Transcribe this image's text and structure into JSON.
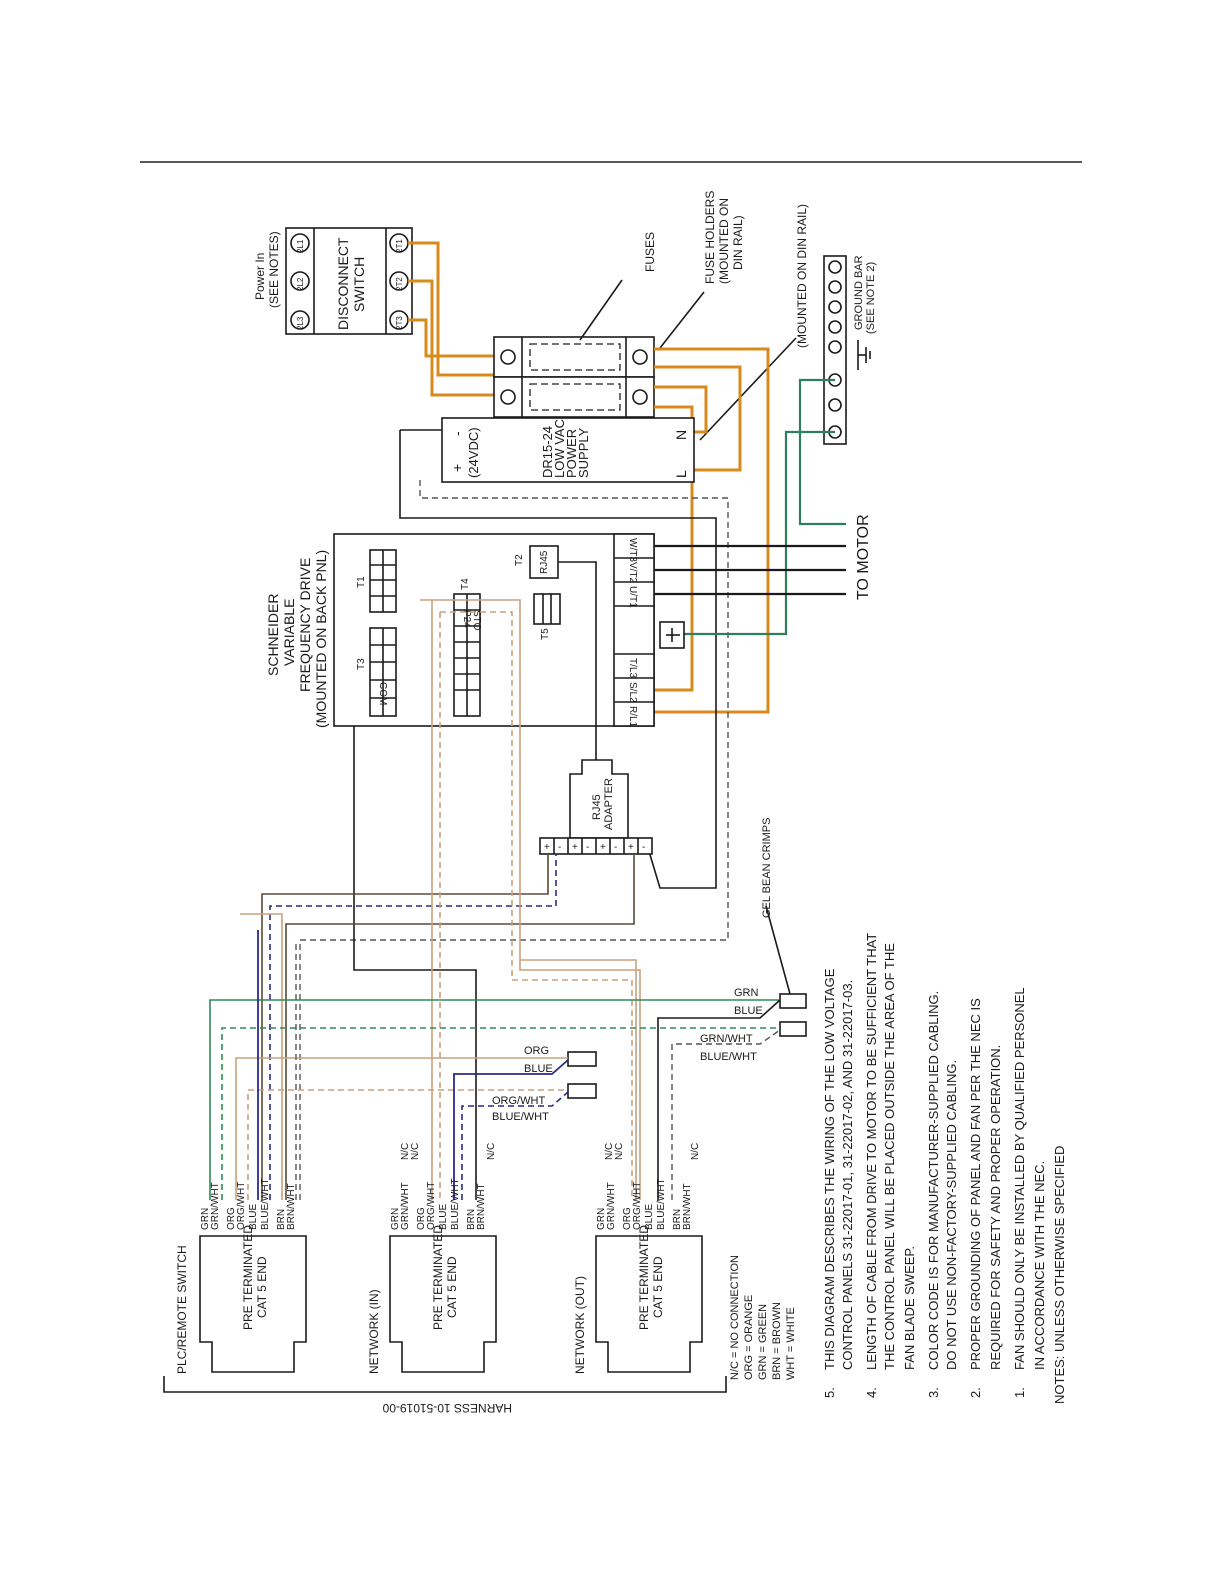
{
  "power": {
    "title_line1": "Power In",
    "title_line2": "(SEE NOTES)",
    "terminals_top": [
      "2L3",
      "2L2",
      "2L1"
    ],
    "label_line1": "DISCONNECT",
    "label_line2": "SWITCH",
    "terminals_bottom": [
      "2T3",
      "2T2",
      "2T1"
    ]
  },
  "fuses": {
    "label": "FUSES",
    "holders_line1": "FUSE HOLDERS",
    "holders_line2": "(MOUNTED ON",
    "holders_line3": "DIN RAIL)"
  },
  "din_rail_label": "(MOUNTED ON DIN RAIL)",
  "psu": {
    "plus": "+",
    "minus": "-",
    "voltage": "(24VDC)",
    "line1": "DR15-24",
    "line2": "LOW VAC",
    "line3": "POWER",
    "line4": "SUPPLY",
    "term_n": "N",
    "term_l": "L"
  },
  "ground_bar": {
    "line1": "GROUND BAR",
    "line2": "(SEE NOTE 2)"
  },
  "vfd": {
    "line1": "SCHNEIDER",
    "line2": "VARIABLE",
    "line3": "FREQUENCY DRIVE",
    "line4": "(MOUNTED ON BACK PNL)",
    "t1": "T1",
    "t2": "T2",
    "t3": "T3",
    "t4": "T4",
    "t5": "T5",
    "rj45": "RJ45",
    "p24": "P24",
    "sto": "STO",
    "com": "COM",
    "outputs": [
      "W/T3",
      "V/T2",
      "U/T1"
    ],
    "inputs": [
      "T/L3",
      "S/L2",
      "R/L1"
    ]
  },
  "to_motor": "TO MOTOR",
  "adapter": {
    "line1": "RJ45",
    "line2": "ADAPTER",
    "pins": [
      "+",
      "-",
      "+",
      "-",
      "+",
      "-",
      "+",
      "-"
    ]
  },
  "gel_bean": "GEL BEAN CRIMPS",
  "wire_labels": {
    "grn": "GRN",
    "blue": "BLUE",
    "grn_wht": "GRN/WHT",
    "blue_wht": "BLUE/WHT",
    "org": "ORG",
    "org_wht": "ORG/WHT"
  },
  "cables": [
    {
      "name": "PLC/REMOTE SWITCH",
      "end_line1": "PRE TERMINATED",
      "end_line2": "CAT 5 END",
      "wires": [
        "GRN",
        "GRN/WHT",
        "ORG",
        "ORG/WHT",
        "BLUE",
        "BLUE/WHT",
        "BRN",
        "BRN/WHT"
      ],
      "nc": []
    },
    {
      "name": "NETWORK (IN)",
      "end_line1": "PRE TERMINATED",
      "end_line2": "CAT 5 END",
      "wires": [
        "GRN",
        "GRN/WHT",
        "ORG",
        "ORG/WHT",
        "BLUE",
        "BLUE/WHT",
        "BRN",
        "BRN/WHT"
      ],
      "nc": [
        "N/C",
        "N/C",
        "N/C"
      ]
    },
    {
      "name": "NETWORK (OUT)",
      "end_line1": "PRE TERMINATED",
      "end_line2": "CAT 5 END",
      "wires": [
        "GRN",
        "GRN/WHT",
        "ORG",
        "ORG/WHT",
        "BLUE",
        "BLUE/WHT",
        "BRN",
        "BRN/WHT"
      ],
      "nc": [
        "N/C",
        "N/C",
        "N/C"
      ]
    }
  ],
  "harness": "HARNESS 10-51019-00",
  "legend": [
    "N/C = NO CONNECTION",
    "ORG = ORANGE",
    "GRN = GREEN",
    "BRN = BROWN",
    "WHT = WHITE"
  ],
  "notes": {
    "title": "NOTES: UNLESS OTHERWISE SPECIFIED",
    "items": [
      {
        "num": "1.",
        "lines": [
          "FAN SHOULD ONLY BE INSTALLED BY QUALIFIED PERSONEL",
          "IN ACCORDANCE WITH THE NEC."
        ]
      },
      {
        "num": "2.",
        "lines": [
          "PROPER GROUNDING OF PANEL AND FAN PER THE NEC IS",
          "REQUIRED FOR SAFETY AND PROPER OPERATION."
        ]
      },
      {
        "num": "3.",
        "lines": [
          "COLOR CODE IS FOR MANUFACTURER-SUPPLIED CABLING.",
          "DO NOT USE NON-FACTORY-SUPPLIED CABLING."
        ]
      },
      {
        "num": "4.",
        "lines": [
          "LENGTH OF CABLE FROM DRIVE TO MOTOR TO BE SUFFICIENT THAT",
          "THE CONTROL PANEL WILL BE PLACED OUTSIDE THE AREA OF THE",
          "FAN BLADE SWEEP."
        ]
      },
      {
        "num": "5.",
        "lines": [
          "THIS DIAGRAM DESCRIBES THE WIRING OF THE LOW VOLTAGE",
          "CONTROL PANELS 31-22017-01, 31-22017-02, AND 31-22017-03."
        ]
      }
    ]
  }
}
